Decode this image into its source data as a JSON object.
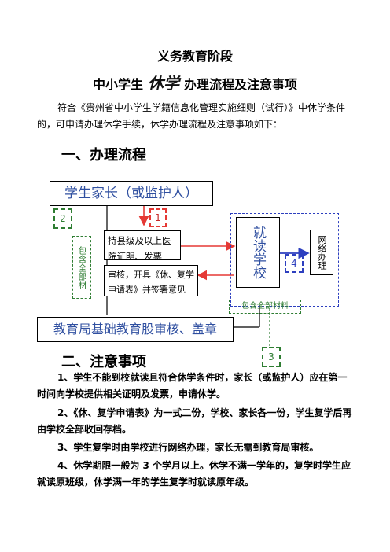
{
  "header": {
    "title_line1": "义务教育阶段",
    "title_line2_prefix": "中小学生",
    "title_line2_emphasis": "休学",
    "title_line2_suffix": "办理流程及注意事项"
  },
  "intro": "符合《贵州省中小学生学籍信息化管理实施细则（试行）》中休学条件的，可申请办理休学手续，休学办理流程及注意事项如下：",
  "section1_heading": "一、办理流程",
  "flow": {
    "parent_box": "学生家长（或监护人）",
    "box_certificate": "持县级及以上医院证明、发票",
    "box_review": "审核，开具《休、复学申请表》并签署意见",
    "school_box": "就读学校",
    "online_box": "网络办理",
    "bureau_box": "教育局基础教育股审核、盖章",
    "label_1": "1",
    "label_2": "2",
    "label_3": "3",
    "label_4": "4",
    "include_all_left": "包含全部材",
    "include_all_bottom": "包含全部材料"
  },
  "section2_heading": "二、注意事项",
  "notes": [
    "1、学生不能到校就读且符合休学条件时，家长（或监护人）应在第一时间向学校提供相关证明及发票，申请休学。",
    "2、《休、复学申请表》为一式二份，学校、家长各一份，学生复学后再由学校全部收回存档。",
    "3、学生复学时由学校进行网络办理，家长无需到教育局审核。",
    "4、休学期限一般为 3 个学月以上。休学不满一学年的，复学时学生应就读原班级，休学满一年的学生复学时就读原年级。"
  ],
  "colors": {
    "blue_text": "#2f4fa0",
    "green": "#2e7d32",
    "red": "#e53935",
    "blue_dash": "#2d3fbf"
  }
}
